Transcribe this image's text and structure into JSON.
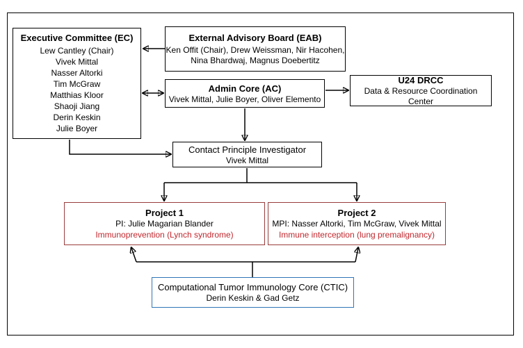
{
  "diagram": {
    "ec": {
      "title": "Executive Committee (EC)",
      "members": [
        "Lew Cantley (Chair)",
        "Vivek Mittal",
        "Nasser Altorki",
        "Tim McGraw",
        "Matthias Kloor",
        "Shaoji Jiang",
        "Derin Keskin",
        "Julie Boyer"
      ]
    },
    "eab": {
      "title": "External Advisory Board (EAB)",
      "line1": "Ken Offit (Chair), Drew Weissman, Nir Hacohen,",
      "line2": "Nina Bhardwaj, Magnus Doebertitz"
    },
    "ac": {
      "title": "Admin Core (AC)",
      "members": "Vivek Mittal, Julie Boyer, Oliver Elemento"
    },
    "drcc": {
      "title": "U24 DRCC",
      "subtitle": "Data & Resource Coordination Center"
    },
    "pi": {
      "title": "Contact Principle Investigator",
      "name": "Vivek Mittal"
    },
    "project1": {
      "title": "Project 1",
      "pi_line": "PI: Julie Magarian Blander",
      "focus": "Immunoprevention (Lynch syndrome)"
    },
    "project2": {
      "title": "Project 2",
      "pi_line": "MPI: Nasser Altorki, Tim McGraw, Vivek Mittal",
      "focus": "Immune interception (lung premalignancy)"
    },
    "ctic": {
      "title": "Computational Tumor Immunology Core (CTIC)",
      "names": "Derin Keskin & Gad Getz"
    },
    "colors": {
      "project_border": "#9a3b3b",
      "project_focus_text": "#c1272d",
      "ctic_border": "#2e75b6",
      "connector": "#000000"
    }
  }
}
